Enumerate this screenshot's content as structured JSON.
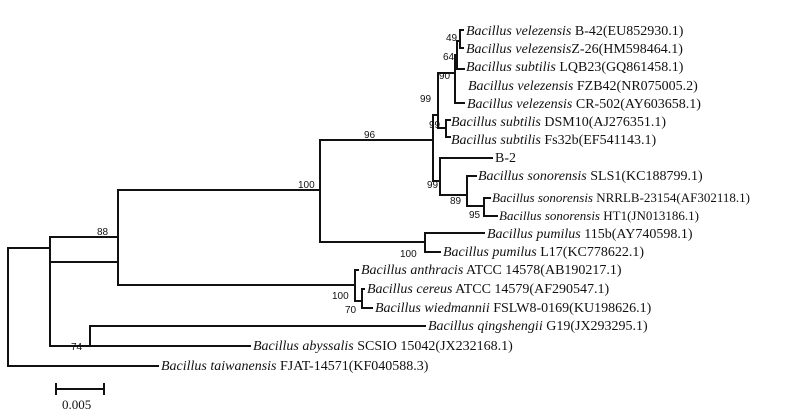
{
  "figure": {
    "taxa": [
      {
        "species": "Bacillus velezensis",
        "strain": " B-42(EU852930.1)"
      },
      {
        "species": "Bacillus velezensis",
        "strain": "Z-26(HM598464.1)"
      },
      {
        "species": "Bacillus subtilis",
        "strain": " LQB23(GQ861458.1)"
      },
      {
        "species": "Bacillus velezensis",
        "strain": " FZB42(NR075005.2)"
      },
      {
        "species": "Bacillus velezensis",
        "strain": " CR-502(AY603658.1)"
      },
      {
        "species": "Bacillus subtilis",
        "strain": " DSM10(AJ276351.1)"
      },
      {
        "species": "Bacillus subtilis",
        "strain": " Fs32b(EF541143.1)"
      },
      {
        "species": "",
        "strain": "B-2"
      },
      {
        "species": "Bacillus sonorensis",
        "strain": " SLS1(KC188799.1)"
      },
      {
        "species": "Bacillus sonorensis",
        "strain": " NRRLB-23154(AF302118.1)"
      },
      {
        "species": "Bacillus sonorensis",
        "strain": " HT1(JN013186.1)"
      },
      {
        "species": "Bacillus pumilus",
        "strain": " 115b(AY740598.1)"
      },
      {
        "species": "Bacillus pumilus",
        "strain": " L17(KC778622.1)"
      },
      {
        "species": "Bacillus anthracis",
        "strain": " ATCC 14578(AB190217.1)"
      },
      {
        "species": "Bacillus cereus",
        "strain": " ATCC 14579(AF290547.1)"
      },
      {
        "species": "Bacillus wiedmannii",
        "strain": " FSLW8-0169(KU198626.1)"
      },
      {
        "species": "Bacillus qingshengii",
        "strain": " G19(JX293295.1)"
      },
      {
        "species": "Bacillus abyssalis",
        "strain": " SCSIO 15042(JX232168.1)"
      },
      {
        "species": "Bacillus taiwanensis",
        "strain": " FJAT-14571(KF040588.3)"
      }
    ],
    "bootstrap": [
      "49",
      "64",
      "90",
      "99",
      "99",
      "96",
      "99",
      "89",
      "95",
      "100",
      "100",
      "100",
      "70",
      "88",
      "74"
    ],
    "scale_bar": {
      "label": "0.005",
      "value": 0.005
    }
  }
}
